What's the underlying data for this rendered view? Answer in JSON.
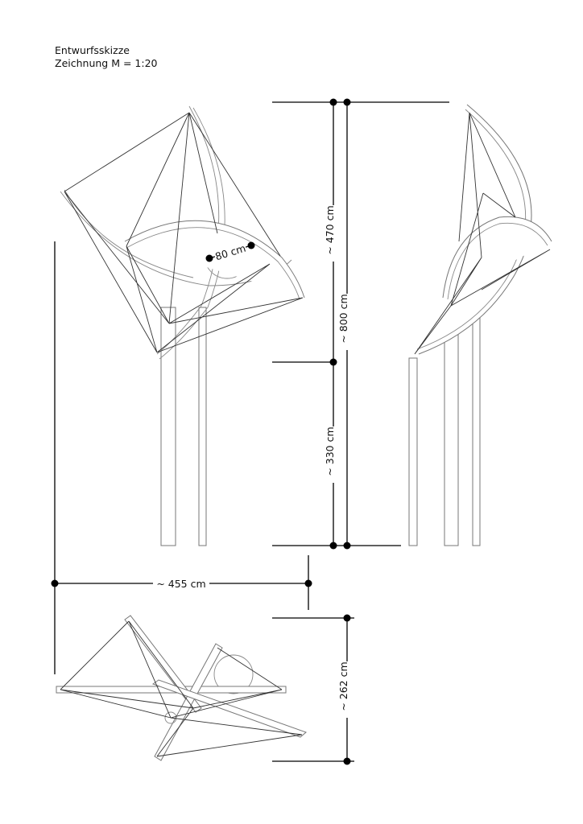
{
  "header": {
    "line1": "Entwurfsskizze",
    "line2": "Zeichnung M = 1:20"
  },
  "dimensions": {
    "sphere_diameter": "80 cm",
    "upper_height": "~ 470 cm",
    "total_height": "~ 800 cm",
    "lower_height": "~ 330 cm",
    "width": "~ 455 cm",
    "depth": "~ 262 cm"
  }
}
